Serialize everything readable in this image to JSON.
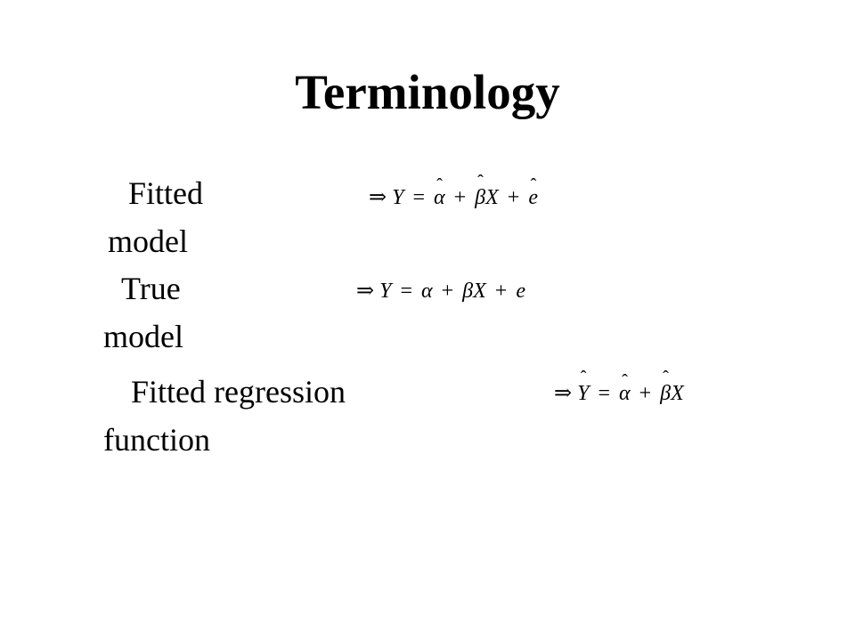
{
  "slide": {
    "title": "Terminology"
  },
  "terms": [
    {
      "label_line1": "Fitted",
      "label_line2": "model",
      "formula": {
        "implies": "⇒",
        "lhs": "Y",
        "equals": "=",
        "alpha": "α",
        "plus1": "+",
        "beta": "β",
        "x": "X",
        "plus2": "+",
        "e": "e"
      }
    },
    {
      "label_line1": "True",
      "label_line2": "model",
      "formula": {
        "implies": "⇒",
        "lhs": "Y",
        "equals": "=",
        "alpha": "α",
        "plus1": "+",
        "beta": "β",
        "x": "X",
        "plus2": "+",
        "e": "e"
      }
    },
    {
      "label_line1": "Fitted regression",
      "label_line2": "function",
      "formula": {
        "implies": "⇒",
        "lhs": "Y",
        "equals": "=",
        "alpha": "α",
        "plus1": "+",
        "beta": "β",
        "x": "X"
      }
    }
  ]
}
